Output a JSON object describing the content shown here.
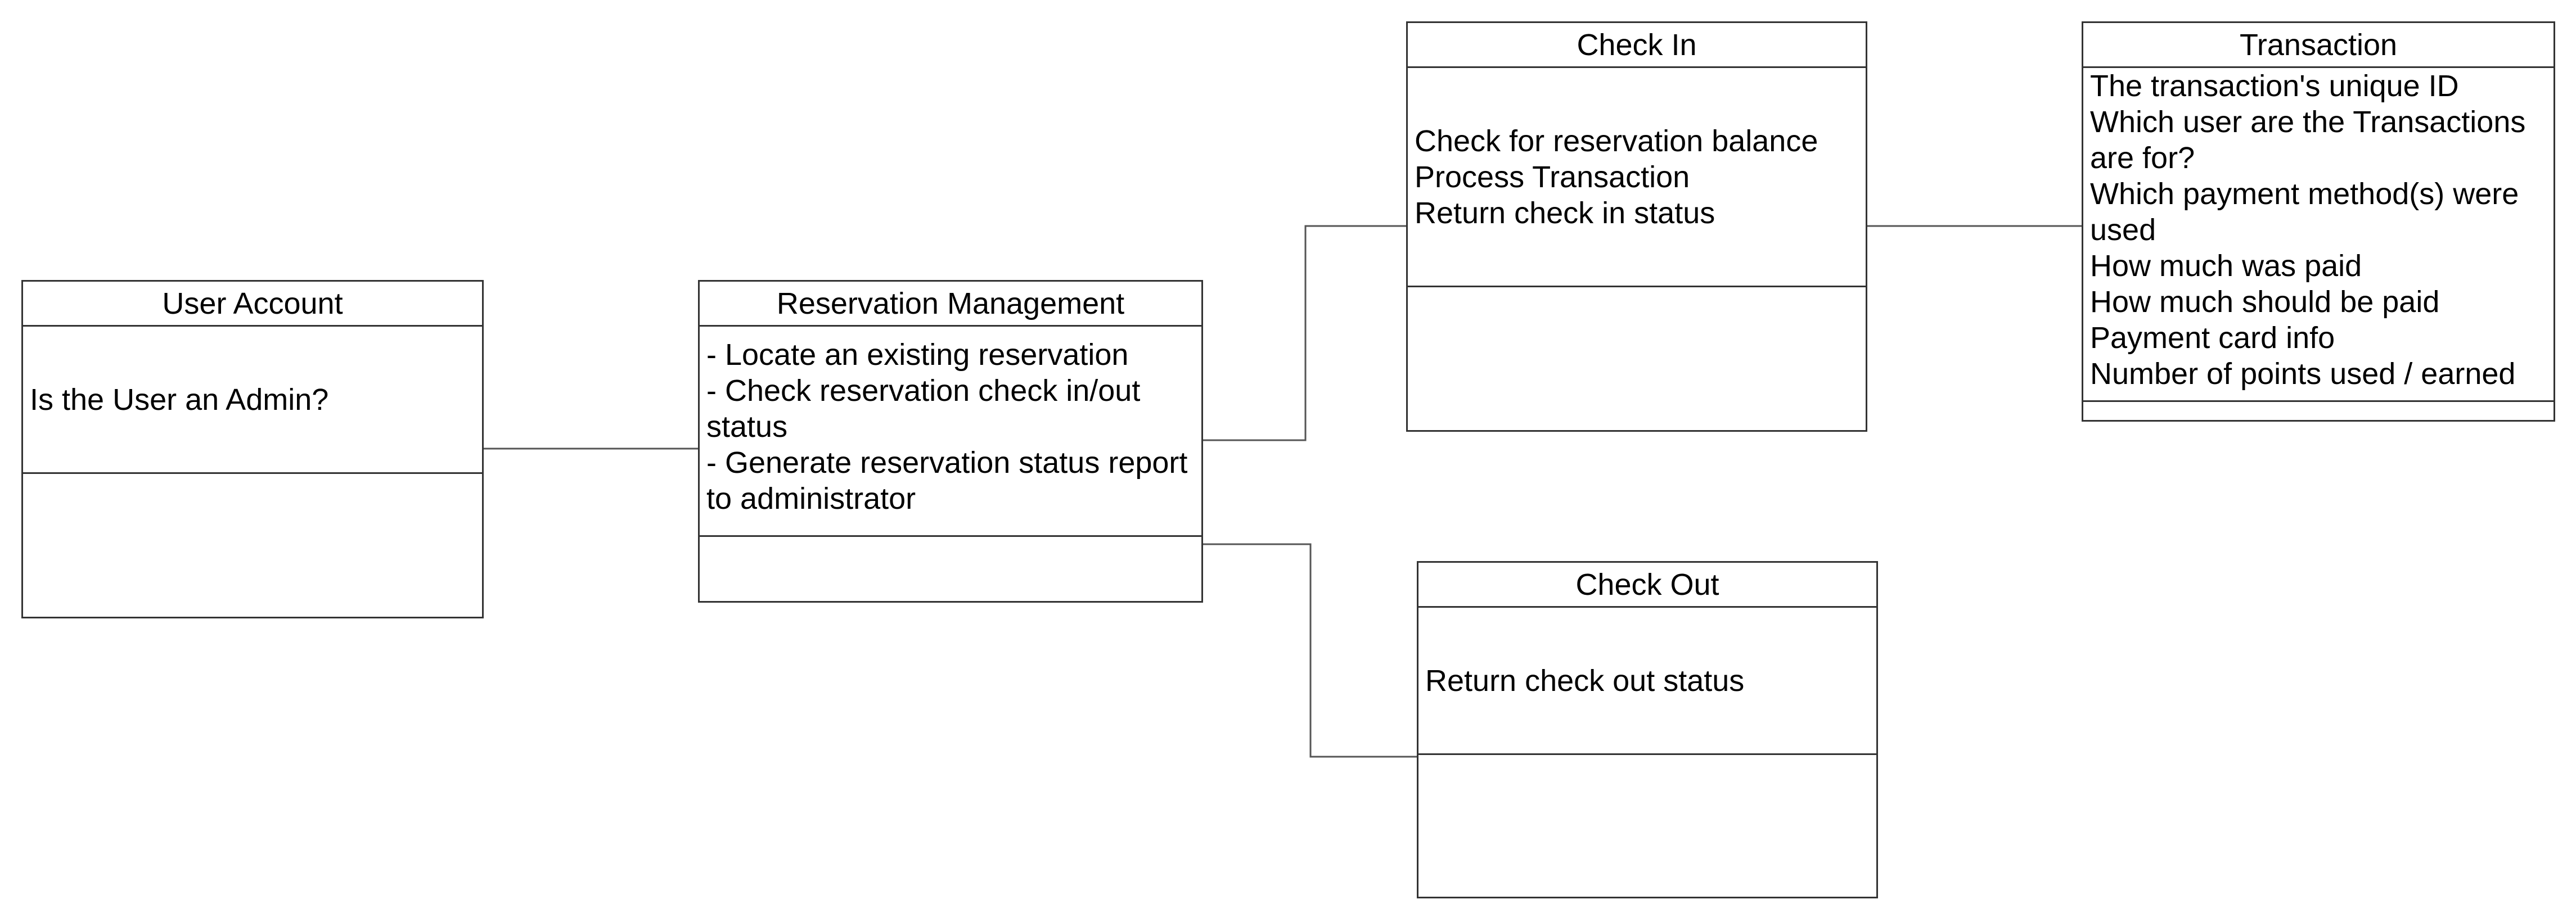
{
  "diagram": {
    "classes": {
      "user_account": {
        "title": "User Account",
        "attributes": [
          "Is the User an Admin?"
        ]
      },
      "reservation_management": {
        "title": "Reservation Management",
        "attributes": [
          "- Locate an existing reservation",
          "- Check reservation check in/out",
          "status",
          "- Generate reservation status report",
          "to administrator"
        ]
      },
      "check_in": {
        "title": "Check In",
        "attributes": [
          "Check for reservation balance",
          "Process Transaction",
          "Return check in status"
        ]
      },
      "check_out": {
        "title": "Check Out",
        "attributes": [
          "Return check out status"
        ]
      },
      "transaction": {
        "title": "Transaction",
        "attributes": [
          "The transaction's unique ID",
          "Which user are the Transactions",
          "are for?",
          "Which payment method(s) were",
          "used",
          "How much was paid",
          "How much should be paid",
          "Payment card info",
          "Number of points used / earned"
        ]
      }
    },
    "colors": {
      "stroke": "#333333",
      "background": "#ffffff",
      "text": "#000000"
    }
  }
}
